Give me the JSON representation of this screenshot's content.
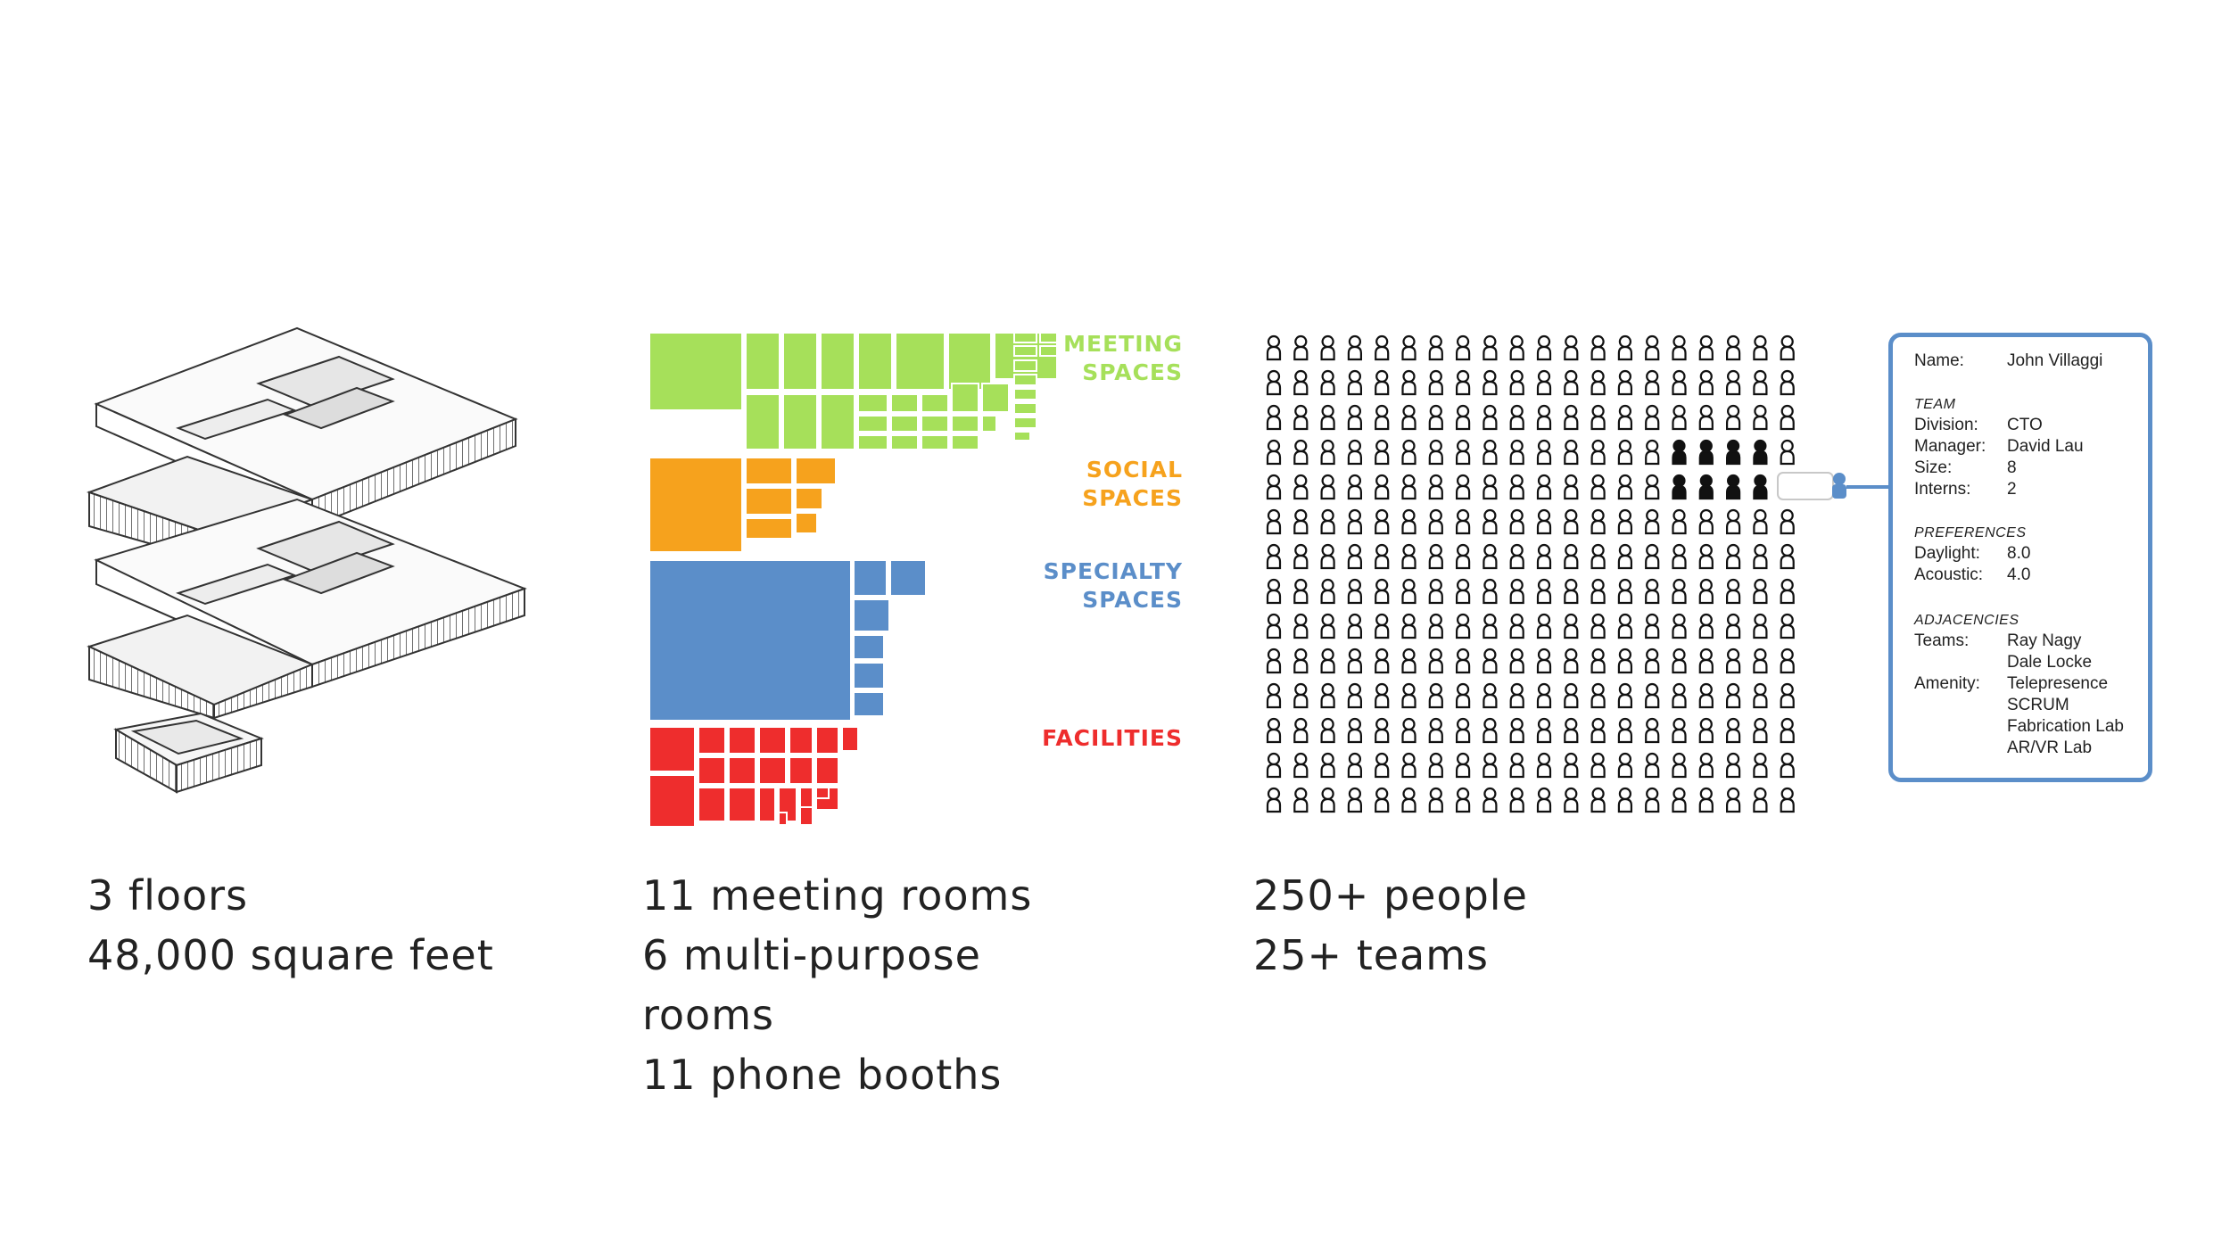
{
  "stats": {
    "building": [
      "3 floors",
      "48,000 square feet"
    ],
    "spaces": [
      "11 meeting rooms",
      "6 multi-purpose",
      "rooms",
      "11 phone booths"
    ],
    "people": [
      "250+ people",
      "25+ teams"
    ]
  },
  "space_categories": [
    {
      "line1": "MEETING",
      "line2": "SPACES",
      "color": "#a6e05a"
    },
    {
      "line1": "SOCIAL",
      "line2": "SPACES",
      "color": "#f6a21d"
    },
    {
      "line1": "SPECIALTY",
      "line2": "SPACES",
      "color": "#5b8ec9"
    },
    {
      "line1": "FACILITIES",
      "line2": "",
      "color": "#ee2d2d"
    }
  ],
  "people_grid": {
    "rows": 14,
    "cols": 20,
    "highlighted_rows": [
      3,
      4
    ],
    "highlighted_cols": [
      15,
      16,
      17,
      18
    ]
  },
  "card": {
    "name_key": "Name:",
    "name_value": "John Villaggi",
    "team_heading": "TEAM",
    "division_key": "Division:",
    "division_value": "CTO",
    "manager_key": "Manager:",
    "manager_value": "David Lau",
    "size_key": "Size:",
    "size_value": "8",
    "interns_key": "Interns:",
    "interns_value": "2",
    "preferences_heading": "PREFERENCES",
    "daylight_key": "Daylight:",
    "daylight_value": "8.0",
    "acoustic_key": "Acoustic:",
    "acoustic_value": "4.0",
    "adjacencies_heading": "ADJACENCIES",
    "teams_key": "Teams:",
    "teams_values": [
      "Ray Nagy",
      "Dale Locke"
    ],
    "amenity_key": "Amenity:",
    "amenity_values": [
      "Telepresence",
      "SCRUM",
      "Fabrication Lab",
      "AR/VR Lab"
    ]
  }
}
